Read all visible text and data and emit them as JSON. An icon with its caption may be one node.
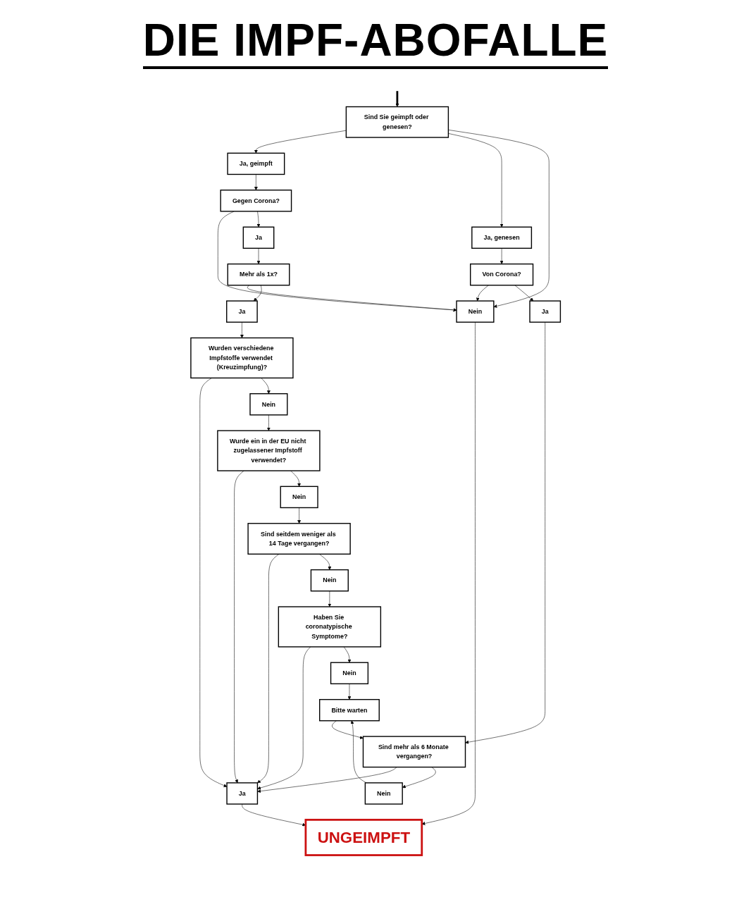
{
  "diagram": {
    "title": "DIE IMPF-ABOFALLE",
    "nodes": [
      {
        "text": [
          "Sind Sie geimpft oder genesen?"
        ]
      },
      {
        "text": [
          "Ja, geimpft"
        ]
      },
      {
        "text": [
          "Ja, genesen"
        ]
      },
      {
        "text": [
          "Gegen Corona?"
        ]
      },
      {
        "text": [
          "Nein"
        ]
      },
      {
        "text": [
          "Von Corona?"
        ]
      },
      {
        "text": [
          "Ja"
        ]
      },
      {
        "text": [
          "Ja"
        ]
      },
      {
        "text": [
          "UNGEIMPFT"
        ]
      },
      {
        "text": [
          "Mehr als 1x?"
        ]
      },
      {
        "text": [
          "Sind mehr als 6 Monate vergangen?"
        ]
      },
      {
        "text": [
          "Ja"
        ]
      },
      {
        "text": [
          "Nein"
        ]
      },
      {
        "text": [
          "Wurden verschiedene Impfstoffe verwendet (Kreuzimpfung)?"
        ]
      },
      {
        "text": [
          "Ja"
        ]
      },
      {
        "text": [
          "Bitte warten"
        ]
      },
      {
        "text": [
          "Nein"
        ]
      },
      {
        "text": [
          "Sind seitdem weniger als 14 Tage vergangen?"
        ]
      },
      {
        "text": [
          "Nein"
        ]
      },
      {
        "text": [
          "Wurde ein in der EU nicht zugelassener Impfstoff verwendet?"
        ]
      },
      {
        "text": [
          "Nein"
        ]
      },
      {
        "text": [
          "Nein"
        ]
      },
      {
        "text": [
          "Haben Sie coronatypische Symptome?"
        ]
      }
    ],
    "edges": [
      {
        "from": null,
        "to": 0,
        "arrow": "to",
        "style": "thick"
      },
      {
        "from": 0,
        "to": 1,
        "arrow": "to"
      },
      {
        "from": 0,
        "to": 2,
        "arrow": "to"
      },
      {
        "from": 0,
        "to": 4,
        "arrow": "to"
      },
      {
        "from": 1,
        "to": 3,
        "arrow": "to"
      },
      {
        "from": 2,
        "to": 5,
        "arrow": "to"
      },
      {
        "from": 3,
        "to": 4,
        "arrow": "to"
      },
      {
        "from": 5,
        "to": 4,
        "arrow": "to"
      },
      {
        "from": 3,
        "to": 6,
        "arrow": "to"
      },
      {
        "from": 5,
        "to": 7,
        "arrow": "to"
      },
      {
        "from": 4,
        "to": 8,
        "arrow": "to"
      },
      {
        "from": 6,
        "to": 9,
        "arrow": "to"
      },
      {
        "from": 9,
        "to": 4,
        "arrow": "to"
      },
      {
        "from": 7,
        "to": 10,
        "arrow": "to"
      },
      {
        "from": 9,
        "to": 11,
        "arrow": "to"
      },
      {
        "from": 11,
        "to": 13,
        "arrow": "to"
      },
      {
        "from": 13,
        "to": 14,
        "arrow": "to"
      },
      {
        "from": 10,
        "to": 14,
        "arrow": "to"
      },
      {
        "from": 10,
        "to": 12,
        "arrow": "to"
      },
      {
        "from": 12,
        "to": 15,
        "arrow": "to"
      },
      {
        "from": 15,
        "to": 10,
        "arrow": "to"
      },
      {
        "from": 14,
        "to": 8,
        "arrow": "to"
      },
      {
        "from": 13,
        "to": 16,
        "arrow": "to"
      },
      {
        "from": 16,
        "to": 19,
        "arrow": "to"
      },
      {
        "from": 19,
        "to": 14,
        "arrow": "to"
      },
      {
        "from": 19,
        "to": 20,
        "arrow": "to"
      },
      {
        "from": 20,
        "to": 17,
        "arrow": "to"
      },
      {
        "from": 17,
        "to": 14,
        "arrow": "to"
      },
      {
        "from": 17,
        "to": 21,
        "arrow": "to"
      },
      {
        "from": 21,
        "to": 22,
        "arrow": "to"
      },
      {
        "from": 22,
        "to": 14,
        "arrow": "to"
      },
      {
        "from": 22,
        "to": 18,
        "arrow": "to"
      },
      {
        "from": 18,
        "to": 15,
        "arrow": "to"
      }
    ]
  }
}
